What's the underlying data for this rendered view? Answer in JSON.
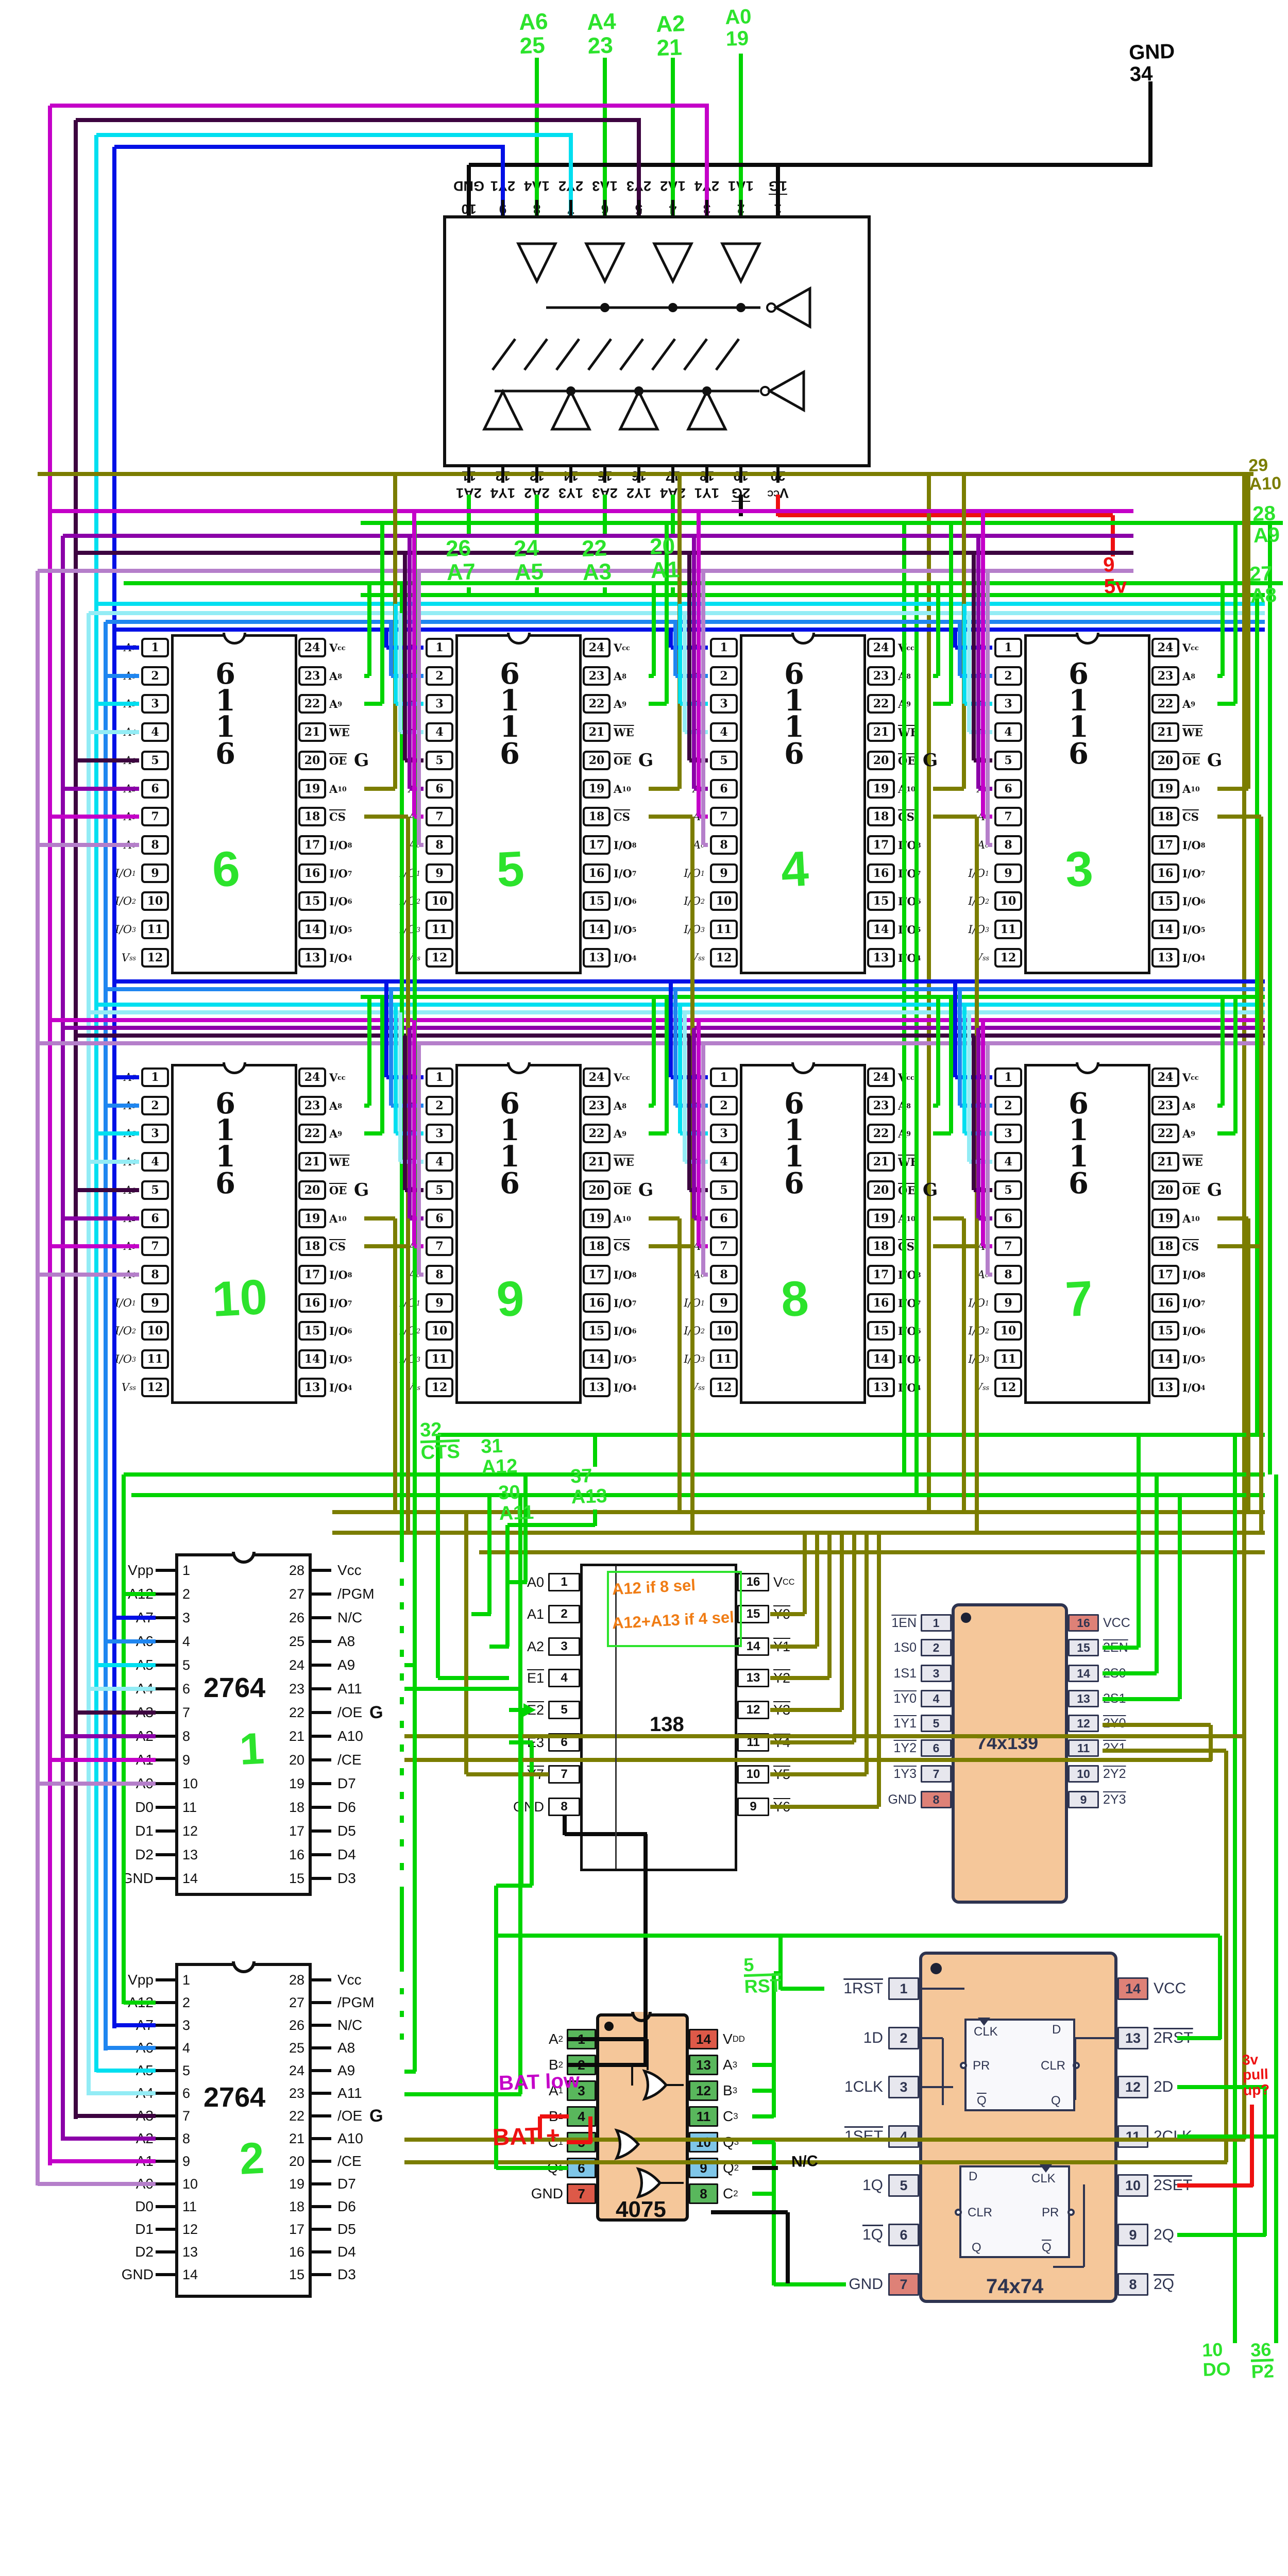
{
  "palette": {
    "green": "#00d400",
    "handGreen": "#2ce32c",
    "olive": "#7b7d00",
    "cyan": "#00dff0",
    "paleCyan": "#93ecf5",
    "dodger": "#1f86f0",
    "blue": "#0010e6",
    "magenta": "#c400c8",
    "purple": "#8b00a8",
    "darkplum": "#3d0440",
    "violet": "#b57fca",
    "red": "#ee1111",
    "black": "#0a0a0a",
    "orange": "#f07c14",
    "tan": "#f5c79a",
    "navy": "#2e3450",
    "salmon": "#de8177",
    "boxGray": "#e7e7ee",
    "pinGreen": "#59b75c",
    "pinBlue": "#7fc6e8",
    "pinRed": "#dd5948"
  },
  "buffer244": {
    "top": [
      {
        "n": "10",
        "t": "GND"
      },
      {
        "n": "9",
        "t": "2Y1"
      },
      {
        "n": "8",
        "t": "1A4"
      },
      {
        "n": "7",
        "t": "2Y2"
      },
      {
        "n": "6",
        "t": "1A3"
      },
      {
        "n": "5",
        "t": "2Y3"
      },
      {
        "n": "4",
        "t": "1A2"
      },
      {
        "n": "3",
        "t": "2Y4"
      },
      {
        "n": "2",
        "t": "1A1"
      },
      {
        "n": "1",
        "t": "1G",
        "bar": true
      }
    ],
    "bottom": [
      {
        "n": "11",
        "t": "2A1"
      },
      {
        "n": "12",
        "t": "1Y4"
      },
      {
        "n": "13",
        "t": "2A2"
      },
      {
        "n": "14",
        "t": "1Y3"
      },
      {
        "n": "15",
        "t": "2A3"
      },
      {
        "n": "16",
        "t": "1Y2"
      },
      {
        "n": "17",
        "t": "2A4"
      },
      {
        "n": "18",
        "t": "1Y1"
      },
      {
        "n": "19",
        "t": "2G",
        "bar": true
      },
      {
        "n": "20",
        "t": "V",
        "sub": "CC"
      }
    ]
  },
  "sram": {
    "print": "6116",
    "left": [
      {
        "n": "1",
        "t": "A",
        "sub": "7"
      },
      {
        "n": "2",
        "t": "A",
        "sub": "6"
      },
      {
        "n": "3",
        "t": "A",
        "sub": "5"
      },
      {
        "n": "4",
        "t": "A",
        "sub": "4"
      },
      {
        "n": "5",
        "t": "A",
        "sub": "3"
      },
      {
        "n": "6",
        "t": "A",
        "sub": "2"
      },
      {
        "n": "7",
        "t": "A",
        "sub": "1"
      },
      {
        "n": "8",
        "t": "A",
        "sub": "0"
      },
      {
        "n": "9",
        "t": "I/O",
        "sub": "1"
      },
      {
        "n": "10",
        "t": "I/O",
        "sub": "2"
      },
      {
        "n": "11",
        "t": "I/O",
        "sub": "3"
      },
      {
        "n": "12",
        "t": "V",
        "sub": "ss"
      }
    ],
    "right": [
      {
        "n": "24",
        "t": "V",
        "sub": "cc"
      },
      {
        "n": "23",
        "t": "A",
        "sub": "8"
      },
      {
        "n": "22",
        "t": "A",
        "sub": "9"
      },
      {
        "n": "21",
        "t": "WE",
        "bar": true
      },
      {
        "n": "20",
        "t": "OE",
        "bar": true,
        "hand": "G"
      },
      {
        "n": "19",
        "t": "A",
        "sub": "10"
      },
      {
        "n": "18",
        "t": "CS",
        "bar": true
      },
      {
        "n": "17",
        "t": "I/O",
        "sub": "8"
      },
      {
        "n": "16",
        "t": "I/O",
        "sub": "7"
      },
      {
        "n": "15",
        "t": "I/O",
        "sub": "6"
      },
      {
        "n": "14",
        "t": "I/O",
        "sub": "5"
      },
      {
        "n": "13",
        "t": "I/O",
        "sub": "4"
      }
    ],
    "units": [
      {
        "number": "6"
      },
      {
        "number": "5"
      },
      {
        "number": "4"
      },
      {
        "number": "3"
      },
      {
        "number": "10"
      },
      {
        "number": "9"
      },
      {
        "number": "8"
      },
      {
        "number": "7"
      }
    ]
  },
  "eprom": {
    "print": "2764",
    "left": [
      {
        "n": "1",
        "t": "Vpp"
      },
      {
        "n": "2",
        "t": "A12"
      },
      {
        "n": "3",
        "t": "A7"
      },
      {
        "n": "4",
        "t": "A6"
      },
      {
        "n": "5",
        "t": "A5"
      },
      {
        "n": "6",
        "t": "A4"
      },
      {
        "n": "7",
        "t": "A3"
      },
      {
        "n": "8",
        "t": "A2"
      },
      {
        "n": "9",
        "t": "A1"
      },
      {
        "n": "10",
        "t": "A0"
      },
      {
        "n": "11",
        "t": "D0"
      },
      {
        "n": "12",
        "t": "D1"
      },
      {
        "n": "13",
        "t": "D2"
      },
      {
        "n": "14",
        "t": "GND"
      }
    ],
    "right": [
      {
        "n": "28",
        "t": "Vcc"
      },
      {
        "n": "27",
        "t": "/PGM"
      },
      {
        "n": "26",
        "t": "N/C"
      },
      {
        "n": "25",
        "t": "A8"
      },
      {
        "n": "24",
        "t": "A9"
      },
      {
        "n": "23",
        "t": "A11"
      },
      {
        "n": "22",
        "t": "/OE",
        "hand": "G"
      },
      {
        "n": "21",
        "t": "A10"
      },
      {
        "n": "20",
        "t": "/CE"
      },
      {
        "n": "19",
        "t": "D7"
      },
      {
        "n": "18",
        "t": "D6"
      },
      {
        "n": "17",
        "t": "D5"
      },
      {
        "n": "16",
        "t": "D4"
      },
      {
        "n": "15",
        "t": "D3"
      }
    ],
    "units": [
      {
        "number": "1"
      },
      {
        "number": "2"
      }
    ]
  },
  "dec138": {
    "print": "138",
    "left": [
      {
        "n": "1",
        "t": "A0"
      },
      {
        "n": "2",
        "t": "A1"
      },
      {
        "n": "3",
        "t": "A2"
      },
      {
        "n": "4",
        "t": "E1",
        "bar": true
      },
      {
        "n": "5",
        "t": "E2",
        "bar": true
      },
      {
        "n": "6",
        "t": "E3"
      },
      {
        "n": "7",
        "t": "Y7",
        "bar": true
      },
      {
        "n": "8",
        "t": "GND"
      }
    ],
    "right": [
      {
        "n": "16",
        "t": "V",
        "sub": "CC"
      },
      {
        "n": "15",
        "t": "Y0",
        "bar": true
      },
      {
        "n": "14",
        "t": "Y1",
        "bar": true
      },
      {
        "n": "13",
        "t": "Y2",
        "bar": true
      },
      {
        "n": "12",
        "t": "Y3",
        "bar": true
      },
      {
        "n": "11",
        "t": "Y4",
        "bar": true
      },
      {
        "n": "10",
        "t": "Y5",
        "bar": true
      },
      {
        "n": "9",
        "t": "Y6",
        "bar": true
      }
    ],
    "notes": [
      {
        "t": "A12 if 8 sel"
      },
      {
        "t": "A12+A13 if 4 sel"
      }
    ]
  },
  "dec139": {
    "print": "74x139",
    "left": [
      {
        "n": "1",
        "t": "1EN",
        "bar": true
      },
      {
        "n": "2",
        "t": "1S0"
      },
      {
        "n": "3",
        "t": "1S1"
      },
      {
        "n": "4",
        "t": "1Y0",
        "bar": true
      },
      {
        "n": "5",
        "t": "1Y1",
        "bar": true
      },
      {
        "n": "6",
        "t": "1Y2",
        "bar": true
      },
      {
        "n": "7",
        "t": "1Y3",
        "bar": true
      },
      {
        "n": "8",
        "t": "GND",
        "c": "r"
      }
    ],
    "right": [
      {
        "n": "16",
        "t": "VCC",
        "c": "r"
      },
      {
        "n": "15",
        "t": "2EN",
        "bar": true
      },
      {
        "n": "14",
        "t": "2S0"
      },
      {
        "n": "13",
        "t": "2S1"
      },
      {
        "n": "12",
        "t": "2Y0",
        "bar": true
      },
      {
        "n": "11",
        "t": "2Y1",
        "bar": true
      },
      {
        "n": "10",
        "t": "2Y2",
        "bar": true
      },
      {
        "n": "9",
        "t": "2Y3",
        "bar": true
      }
    ]
  },
  "or4075": {
    "print": "4075",
    "left": [
      {
        "n": "1",
        "t": "A",
        "sub": "2",
        "c": "g"
      },
      {
        "n": "2",
        "t": "B",
        "sub": "2",
        "c": "g"
      },
      {
        "n": "3",
        "t": "A",
        "sub": "1",
        "c": "g"
      },
      {
        "n": "4",
        "t": "B",
        "sub": "1",
        "c": "g"
      },
      {
        "n": "5",
        "t": "C",
        "sub": "1",
        "c": "g"
      },
      {
        "n": "6",
        "t": "Q",
        "sub": "1",
        "c": "b"
      },
      {
        "n": "7",
        "t": "GND",
        "c": "r"
      }
    ],
    "right": [
      {
        "n": "14",
        "t": "V",
        "sub": "DD",
        "c": "r"
      },
      {
        "n": "13",
        "t": "A",
        "sub": "3",
        "c": "g"
      },
      {
        "n": "12",
        "t": "B",
        "sub": "3",
        "c": "g"
      },
      {
        "n": "11",
        "t": "C",
        "sub": "3",
        "c": "g"
      },
      {
        "n": "10",
        "t": "Q",
        "sub": "3",
        "c": "b"
      },
      {
        "n": "9",
        "t": "Q",
        "sub": "2",
        "c": "b"
      },
      {
        "n": "8",
        "t": "C",
        "sub": "2",
        "c": "g"
      }
    ]
  },
  "ff74": {
    "print": "74x74",
    "left": [
      {
        "n": "1",
        "t": "1RST",
        "bar": true
      },
      {
        "n": "2",
        "t": "1D"
      },
      {
        "n": "3",
        "t": "1CLK"
      },
      {
        "n": "4",
        "t": "1SET",
        "bar": true
      },
      {
        "n": "5",
        "t": "1Q"
      },
      {
        "n": "6",
        "t": "1Q",
        "bar": true
      },
      {
        "n": "7",
        "t": "GND",
        "c": "r"
      }
    ],
    "right": [
      {
        "n": "14",
        "t": "VCC",
        "c": "r"
      },
      {
        "n": "13",
        "t": "2RST",
        "bar": true
      },
      {
        "n": "12",
        "t": "2D"
      },
      {
        "n": "11",
        "t": "2CLK"
      },
      {
        "n": "10",
        "t": "2SET",
        "bar": true
      },
      {
        "n": "9",
        "t": "2Q"
      },
      {
        "n": "8",
        "t": "2Q",
        "bar": true
      }
    ],
    "ff": {
      "clk": "CLK",
      "d": "D",
      "pr": "PR",
      "clr": "CLR",
      "q": "Q",
      "qb": "Q"
    }
  },
  "annotations": [
    {
      "id": "a6",
      "color": "handGreen",
      "lines": [
        {
          "t": "A6"
        },
        {
          "t": "25"
        }
      ]
    },
    {
      "id": "a4",
      "color": "handGreen",
      "lines": [
        {
          "t": "A4"
        },
        {
          "t": "23"
        }
      ]
    },
    {
      "id": "a2",
      "color": "handGreen",
      "lines": [
        {
          "t": "A2"
        },
        {
          "t": "21"
        }
      ]
    },
    {
      "id": "a0",
      "color": "handGreen",
      "lines": [
        {
          "t": "A0"
        },
        {
          "t": "19"
        }
      ]
    },
    {
      "id": "gnd34",
      "color": "black",
      "lines": [
        {
          "t": "GND"
        },
        {
          "t": "34"
        }
      ]
    },
    {
      "id": "v9",
      "color": "red",
      "lines": [
        {
          "t": "9"
        },
        {
          "t": "5v"
        }
      ]
    },
    {
      "id": "p26",
      "color": "handGreen",
      "lines": [
        {
          "t": "26"
        },
        {
          "t": "A7"
        }
      ]
    },
    {
      "id": "p24",
      "color": "handGreen",
      "lines": [
        {
          "t": "24"
        },
        {
          "t": "A5"
        }
      ]
    },
    {
      "id": "p22",
      "color": "handGreen",
      "lines": [
        {
          "t": "22"
        },
        {
          "t": "A3"
        }
      ]
    },
    {
      "id": "p20",
      "color": "handGreen",
      "lines": [
        {
          "t": "20"
        },
        {
          "t": "A1"
        }
      ]
    },
    {
      "id": "p29",
      "color": "olive",
      "lines": [
        {
          "t": "29"
        },
        {
          "t": "A10"
        }
      ]
    },
    {
      "id": "p28",
      "color": "handGreen",
      "lines": [
        {
          "t": "28"
        },
        {
          "t": "A9"
        }
      ]
    },
    {
      "id": "p27",
      "color": "handGreen",
      "lines": [
        {
          "t": "27"
        },
        {
          "t": "A8"
        }
      ]
    },
    {
      "id": "cts32",
      "color": "handGreen",
      "frac": true,
      "lines": [
        {
          "t": "32"
        },
        {
          "t": "CTS",
          "bar": true
        }
      ]
    },
    {
      "id": "a12_31",
      "color": "handGreen",
      "lines": [
        {
          "t": "31"
        },
        {
          "t": "A12"
        }
      ]
    },
    {
      "id": "a11_30",
      "color": "handGreen",
      "lines": [
        {
          "t": "30"
        },
        {
          "t": "A11"
        }
      ]
    },
    {
      "id": "a13_37",
      "color": "handGreen",
      "lines": [
        {
          "t": "37"
        },
        {
          "t": "A13"
        }
      ]
    },
    {
      "id": "rst5",
      "color": "handGreen",
      "frac": true,
      "lines": [
        {
          "t": "5"
        },
        {
          "t": "RST",
          "bar": true
        }
      ]
    },
    {
      "id": "batlow",
      "color": "magenta",
      "lines": [
        {
          "t": "BAT low"
        }
      ]
    },
    {
      "id": "batplus",
      "color": "red",
      "lines": [
        {
          "t": "BAT +"
        }
      ]
    },
    {
      "id": "nc",
      "color": "black",
      "lines": [
        {
          "t": "N/C"
        }
      ]
    },
    {
      "id": "pullup",
      "color": "red",
      "lines": [
        {
          "t": "3v"
        },
        {
          "t": "pull"
        },
        {
          "t": "up?"
        }
      ]
    },
    {
      "id": "do10",
      "color": "handGreen",
      "lines": [
        {
          "t": "10"
        },
        {
          "t": "DO"
        }
      ]
    },
    {
      "id": "p2_36",
      "color": "handGreen",
      "frac": true,
      "lines": [
        {
          "t": "36"
        },
        {
          "t": "P2",
          "bar": true
        }
      ]
    }
  ]
}
